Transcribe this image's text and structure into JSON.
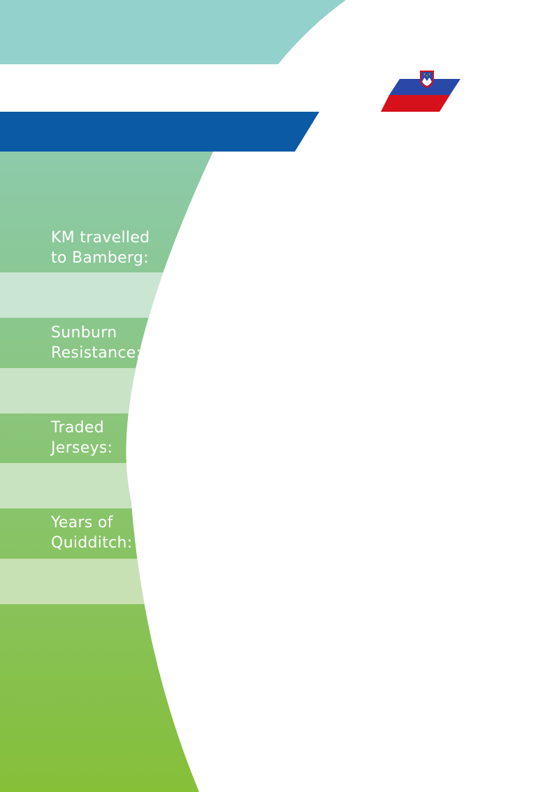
{
  "stats": [
    {
      "label_line1": "KM travelled",
      "label_line2": "to Bamberg:",
      "value": ""
    },
    {
      "label_line1": "Sunburn",
      "label_line2": "Resistance:",
      "value": ""
    },
    {
      "label_line1": "Traded",
      "label_line2": "Jerseys:",
      "value": ""
    },
    {
      "label_line1": "Years of",
      "label_line2": "Quidditch:",
      "value": ""
    }
  ],
  "colors": {
    "top_band": "#92d1cc",
    "blue_stripe": "#0b5aa5",
    "gradient_top": "#8ccaab",
    "gradient_bottom": "#86bf38",
    "light_row_1": "#cae5d2",
    "light_row_2": "#c8e3c6",
    "light_row_3": "#c8e3c0",
    "light_row_4": "#c8e1b4",
    "flag_white": "#ffffff",
    "flag_blue": "#2a48a8",
    "flag_red": "#d6111b"
  },
  "icons": {
    "flag": "slovenia-flag-icon",
    "coat_of_arms": "coat-of-arms-icon"
  }
}
